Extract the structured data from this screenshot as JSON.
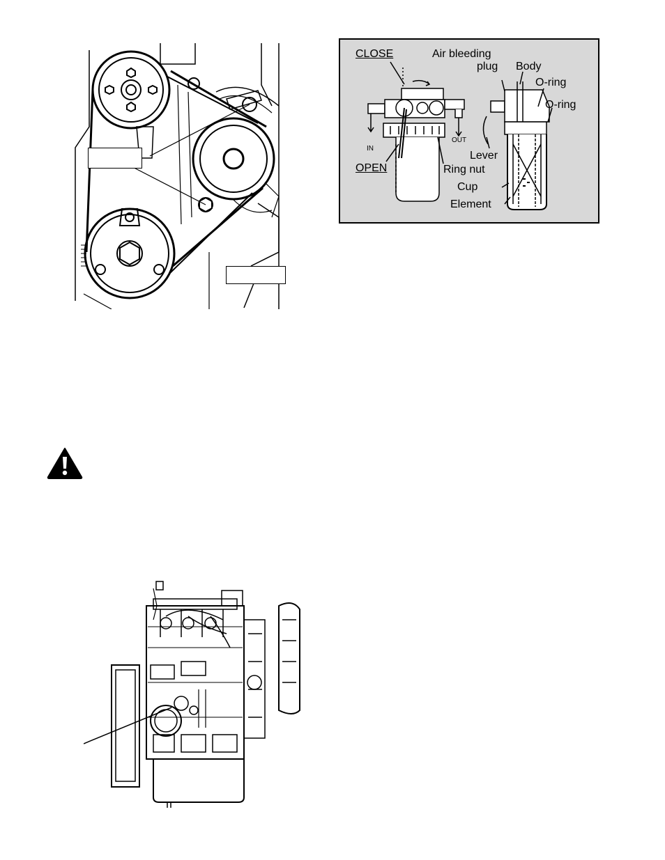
{
  "filter_diagram": {
    "labels": {
      "close": "CLOSE",
      "open": "OPEN",
      "in": "IN",
      "out": "OUT",
      "air_bleeding_plug_line1": "Air bleeding",
      "air_bleeding_plug_line2": "plug",
      "body": "Body",
      "o_ring_1": "O-ring",
      "o_ring_2": "O-ring",
      "lever": "Lever",
      "ring_nut": "Ring nut",
      "cup": "Cup",
      "element": "Element"
    }
  },
  "icons": {
    "warning": "warning-triangle-icon"
  }
}
